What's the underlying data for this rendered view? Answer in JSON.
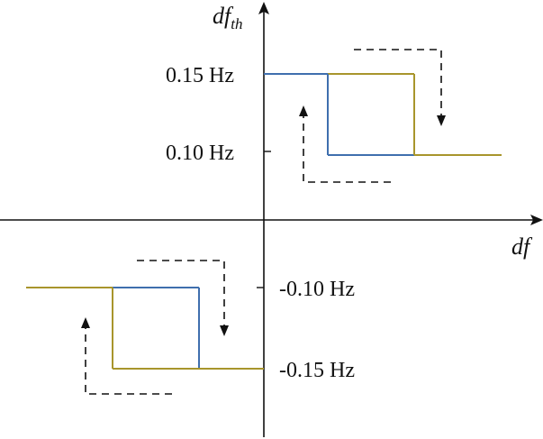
{
  "axes": {
    "y_label": "df",
    "y_label_sub": "th",
    "x_label": "df"
  },
  "ticks": {
    "upper": "0.15 Hz",
    "lower": "0.10 Hz",
    "neg_upper": "-0.10 Hz",
    "neg_lower": "-0.15 Hz"
  },
  "colors": {
    "axis": "#111111",
    "olive": "#a8952c",
    "blue": "#3f6fae",
    "dash": "#111111"
  }
}
